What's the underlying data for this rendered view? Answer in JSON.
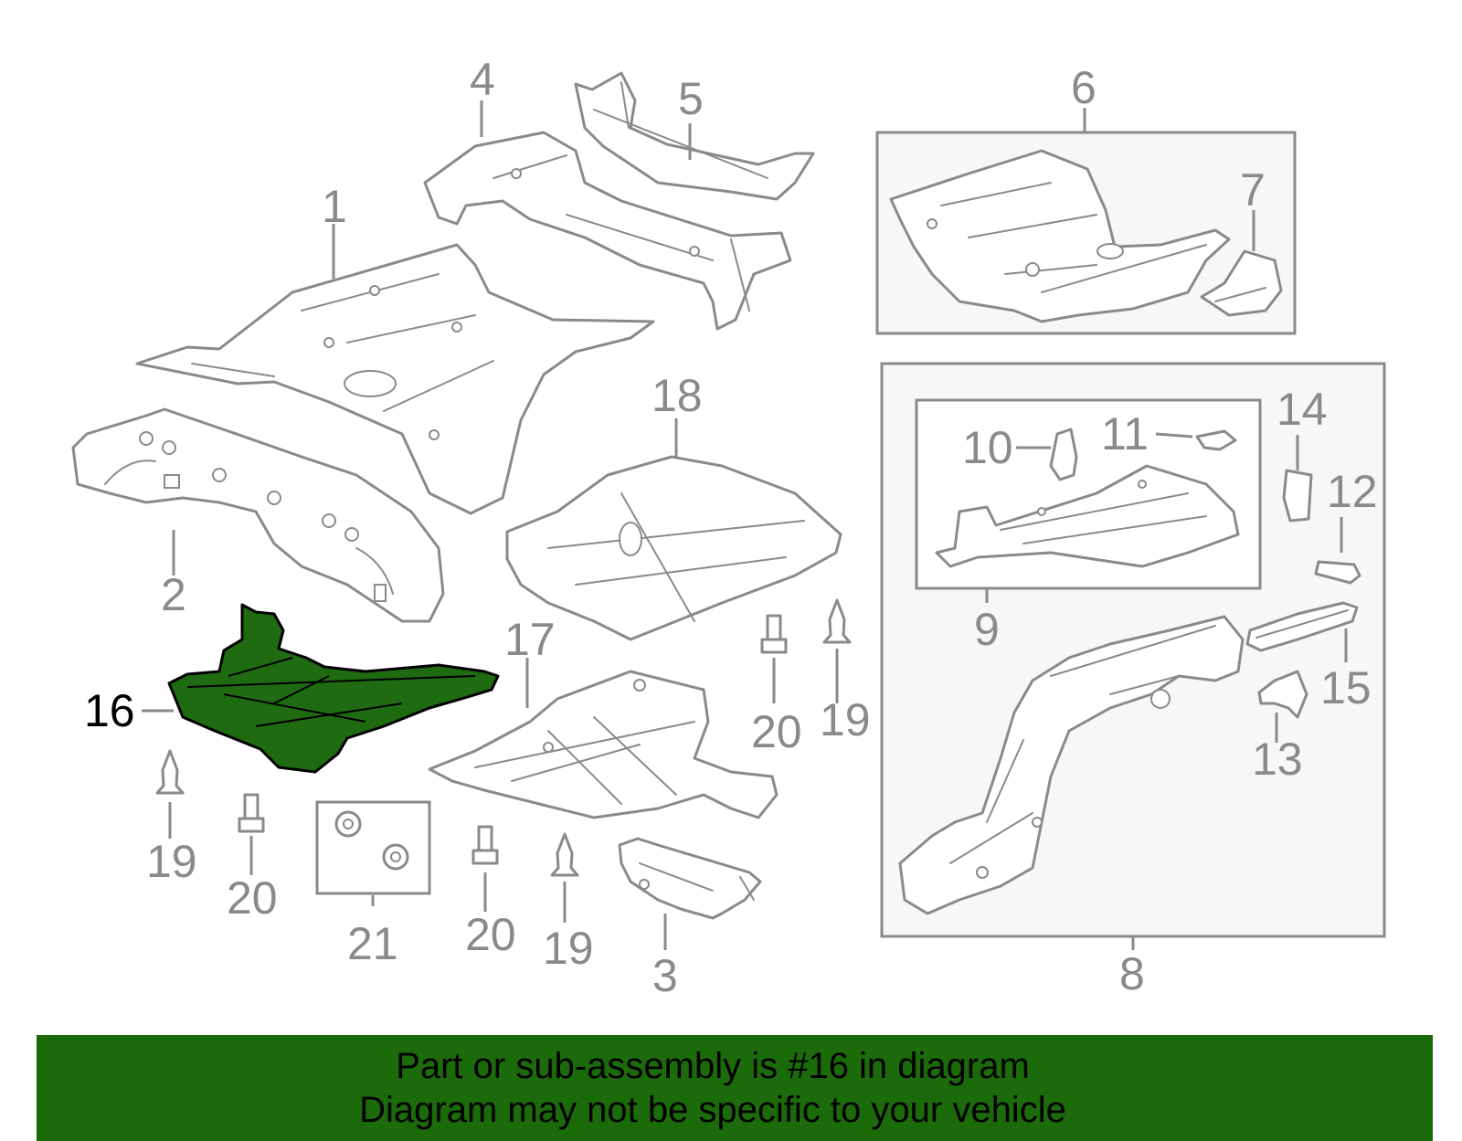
{
  "callouts": {
    "c1": "1",
    "c2": "2",
    "c3": "3",
    "c4": "4",
    "c5": "5",
    "c6": "6",
    "c7": "7",
    "c8": "8",
    "c9": "9",
    "c10": "10",
    "c11": "11",
    "c12": "12",
    "c13": "13",
    "c14": "14",
    "c15": "15",
    "c16": "16",
    "c17": "17",
    "c18": "18",
    "c19a": "19",
    "c19b": "19",
    "c19c": "19",
    "c20a": "20",
    "c20b": "20",
    "c20c": "20",
    "c21": "21"
  },
  "highlighted_part": "16",
  "colors": {
    "highlight_fill": "#1f6b12",
    "banner_background": "#1c6b0b",
    "line_gray": "#8a8a8a"
  },
  "banner": {
    "line1": "Part or sub-assembly is #16 in diagram",
    "line2": "Diagram may not be specific to your vehicle"
  }
}
